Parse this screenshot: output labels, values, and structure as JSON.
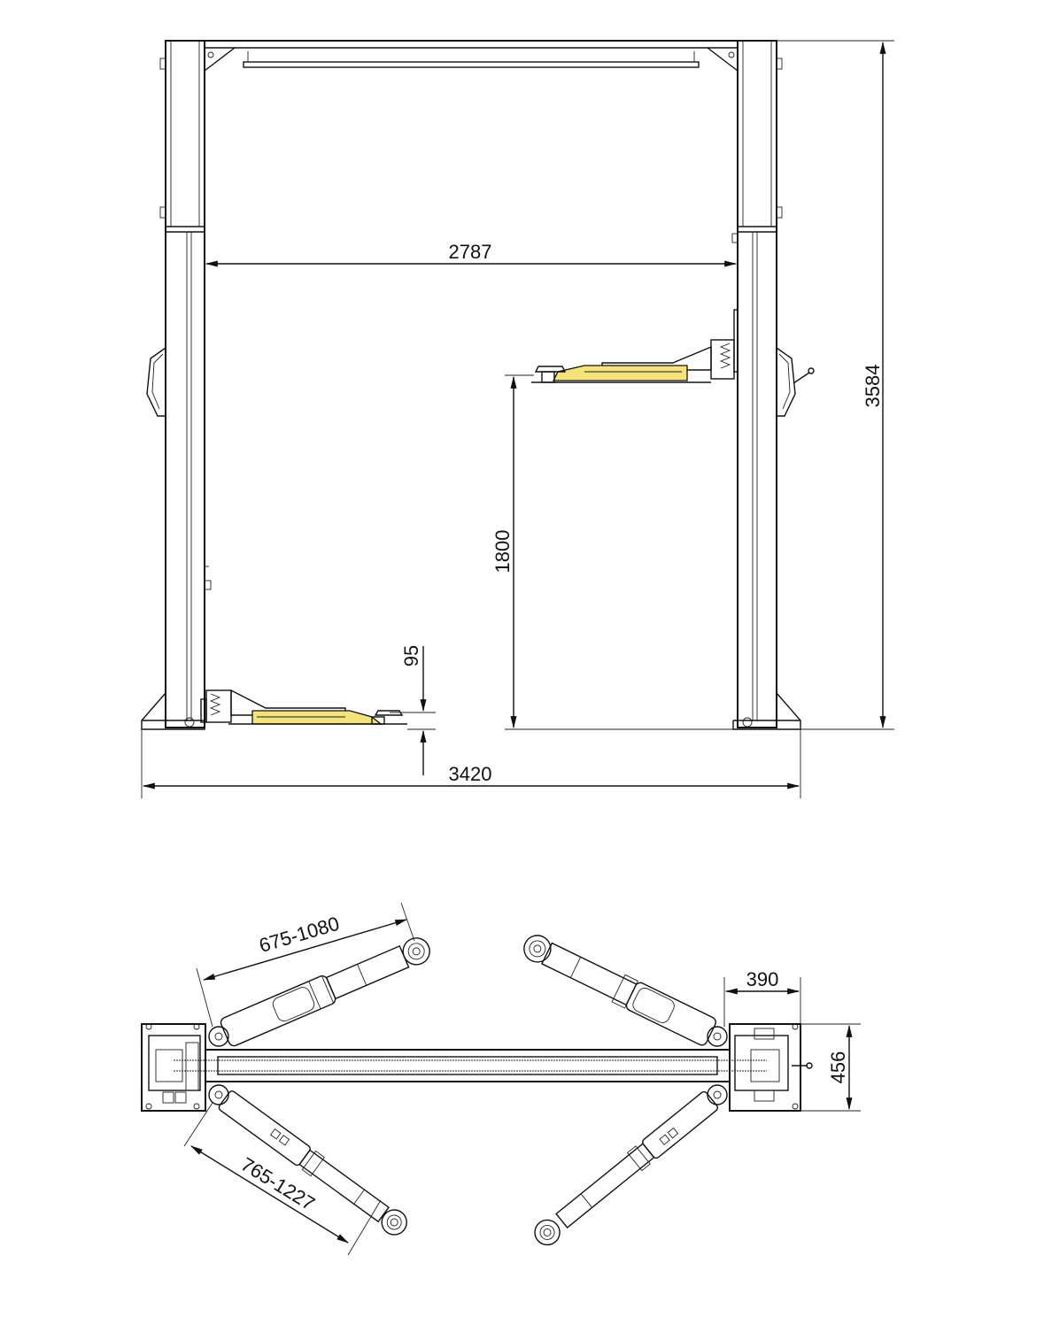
{
  "colors": {
    "line": "#111111",
    "arm_highlight": "#f3e37a",
    "background": "#ffffff"
  },
  "front_view": {
    "column_spacing": "2787",
    "overall_height": "3584",
    "overall_width": "3420",
    "max_lift_height": "1800",
    "min_pad_height": "95"
  },
  "top_view": {
    "long_arm_range": "675-1080",
    "short_arm_range": "765-1227",
    "base_depth": "390",
    "base_width": "456"
  }
}
